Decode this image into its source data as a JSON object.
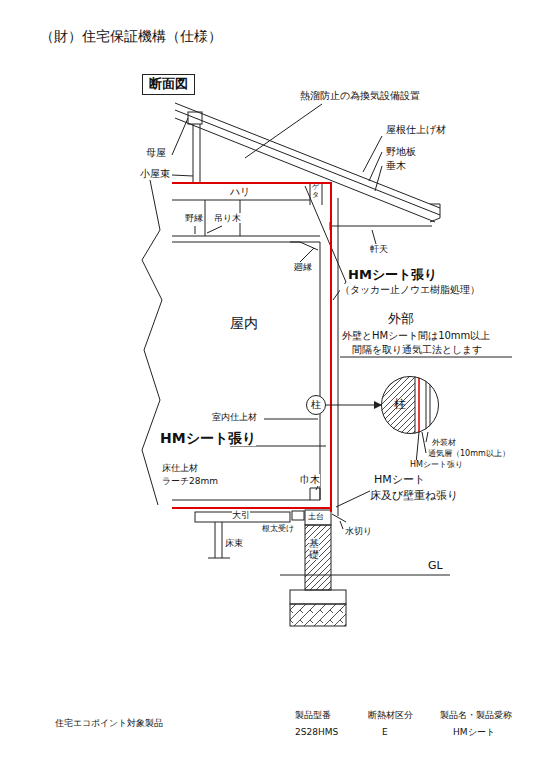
{
  "diagram": {
    "title": "（財）住宅保証機構（仕様）",
    "nodes": [
      {
        "text": [
          "断面図"
        ]
      },
      {
        "text": [
          "柱"
        ]
      },
      {
        "text": [
          "柱"
        ]
      }
    ],
    "edges": [
      {
        "from": 1,
        "to": 2,
        "arrow": "to"
      }
    ],
    "labels": [
      "熱溜防止の為換気設備設置",
      "屋根仕上げ材",
      "野地板",
      "垂木",
      "母屋",
      "小屋束",
      "ハリ",
      "ゲタ",
      "野縁",
      "吊り木",
      "軒天",
      "廻縁",
      "HMシート張り",
      "（タッカー止ノウエ樹脂処理）",
      "屋内",
      "外部",
      "外壁とHMシート間は10mm以上",
      "間隔を取り通気工法とします",
      "外装材",
      "通気層（10mm以上）",
      "HMシート張り",
      "室内仕上材",
      "HMシート張り",
      "床仕上材",
      "ラーチ28mm",
      "巾木",
      "HMシート",
      "床及び壁重ね張り",
      "大引",
      "根太受け",
      "土台",
      "水切り",
      "床束",
      "基礎",
      "GL",
      "住宅エコポイント対象製品",
      "製品型番",
      "2S28HMS",
      "断熱材区分",
      "E",
      "製品名・製品愛称",
      "HMシート"
    ]
  }
}
